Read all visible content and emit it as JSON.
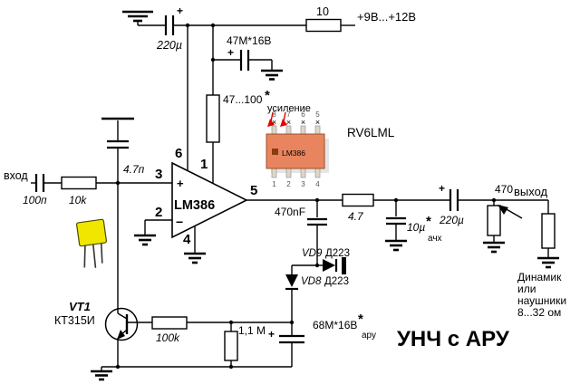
{
  "title": "УНЧ с АРУ",
  "watermark": "RV6LML",
  "sym": {
    "plus": "+",
    "minus": "−",
    "star": "*",
    "x_mark": "×"
  },
  "colors": {
    "red": "#e60000",
    "blue": "#1a1aff",
    "ic_body": "#e8855f",
    "watermark": "#c6c6c6",
    "part_yellow": "#f0e600"
  },
  "power": {
    "supply_label": "+9В...+12В",
    "series_resistor": "10",
    "filter_cap": "220µ",
    "bypass_cap": "47М*16В"
  },
  "input": {
    "label": "вход",
    "coupling_cap": "100п",
    "series_resistor": "10k",
    "shunt_cap": "4.7п"
  },
  "opamp": {
    "name": "LM386",
    "pin1": "1",
    "pin2": "2",
    "pin3": "3",
    "pin4": "4",
    "pin5": "5",
    "pin6": "6"
  },
  "package": {
    "name": "LM386",
    "pins_top": [
      "8",
      "7",
      "6",
      "5"
    ],
    "pins_bottom": [
      "1",
      "2",
      "3",
      "4"
    ]
  },
  "gain": {
    "resistor": "47...100",
    "note": "усиление"
  },
  "output": {
    "hp_cap": "470nF",
    "series_resistor": "4.7",
    "afc_cap": "10µ",
    "afc_note": "ачх",
    "coupling_cap": "220µ",
    "load_resistor": "470",
    "label": "выход",
    "speaker_lines": [
      "Динамик",
      "или",
      "наушники",
      "8...32 ом"
    ]
  },
  "agc": {
    "vd9_ref": "VD9",
    "vd9_part": "Д223",
    "vd8_ref": "VD8",
    "vd8_part": "Д223",
    "storage_cap": "68М*16В",
    "note": "ару",
    "base_resistor": "100k",
    "bleed_resistor": "1,1 М",
    "transistor_ref": "VT1",
    "transistor_part": "КТ315И"
  }
}
